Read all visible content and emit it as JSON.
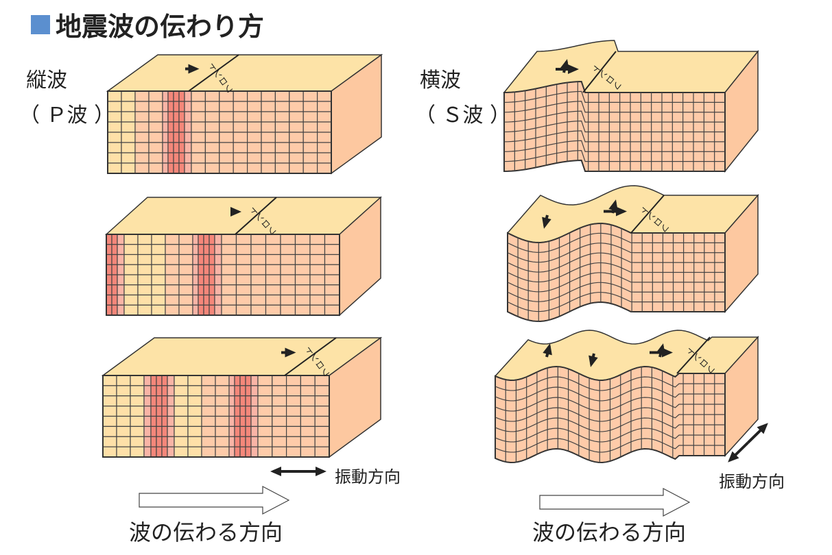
{
  "title": "地震波の伝わり方",
  "p_wave": {
    "name": "縦波",
    "sub": "（ Ｐ波 ）",
    "vibration": "振動方向",
    "propagation": "波の伝わる方向"
  },
  "s_wave": {
    "name": "横波",
    "sub": "（ Ｓ波 ）",
    "vibration": "振動方向",
    "propagation": "波の伝わる方向"
  },
  "front_label": "フロント",
  "colors": {
    "top": "#FDE3A7",
    "front": "#FECBA9",
    "side": "#FDC8A0",
    "compress": "#F4877A",
    "mid": "#F9B4A6",
    "dilate": "#FEE0A8",
    "accent": "#5B8FCF"
  }
}
